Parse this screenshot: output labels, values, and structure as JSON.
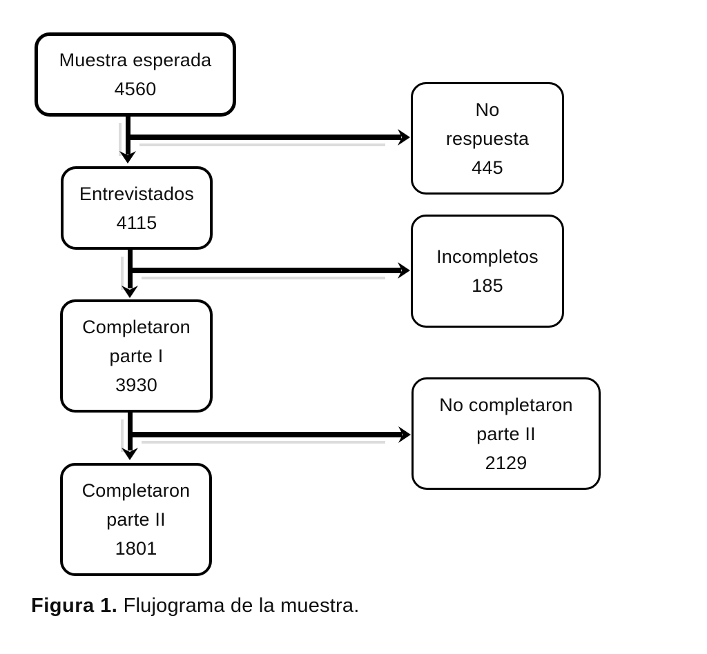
{
  "figure": {
    "caption_prefix": "Figura 1.",
    "caption_text": " Flujograma de la muestra."
  },
  "colors": {
    "ink": "#0e0e0e",
    "box_border": "#000000",
    "background": "#ffffff",
    "arrow": "#000000",
    "arrow_shadow": "#dcdcdc"
  },
  "nodes": {
    "muestra_esperada": {
      "line1": "Muestra esperada",
      "value": "4560"
    },
    "no_respuesta": {
      "line1": "No",
      "line2": "respuesta",
      "value": "445"
    },
    "entrevistados": {
      "line1": "Entrevistados",
      "value": "4115"
    },
    "incompletos": {
      "line1": "Incompletos",
      "value": "185"
    },
    "completaron_parte_i": {
      "line1": "Completaron",
      "line2": "parte I",
      "value": "3930"
    },
    "no_completaron_parte_ii": {
      "line1": "No completaron",
      "line2": "parte II",
      "value": "2129"
    },
    "completaron_parte_ii": {
      "line1": "Completaron",
      "line2": "parte II",
      "value": "1801"
    }
  }
}
